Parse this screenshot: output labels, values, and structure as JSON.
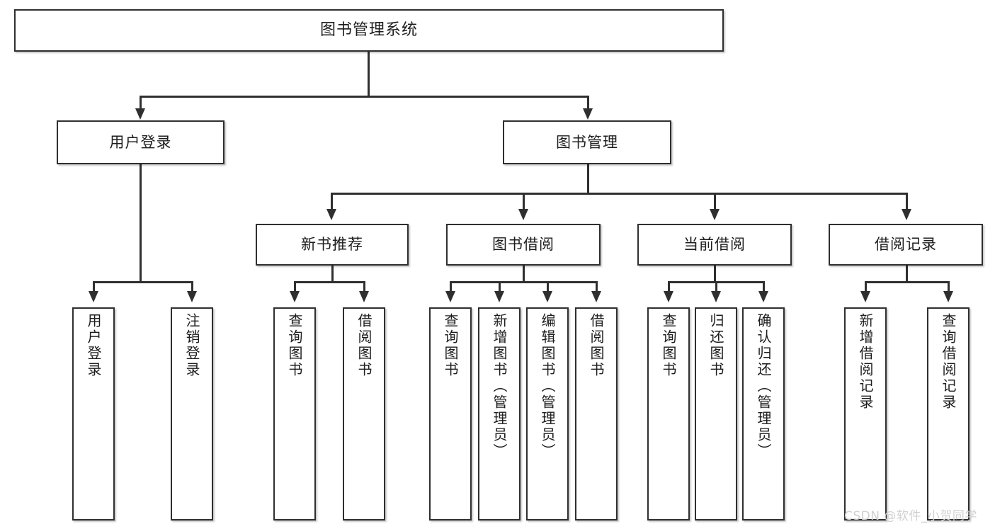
{
  "diagram": {
    "type": "tree",
    "title": "图书管理系统",
    "colors": {
      "border": "#2f2f2f",
      "fill": "#ffffff",
      "text": "#1d1d1d",
      "watermark": "#d0d0d0",
      "background": "#ffffff"
    },
    "nodes": {
      "root": "图书管理系统",
      "level2": {
        "user_login": "用户登录",
        "book_manage": "图书管理"
      },
      "level3": {
        "new_book_rec": "新书推荐",
        "book_borrow": "图书借阅",
        "current_borrow": "当前借阅",
        "borrow_record": "借阅记录"
      },
      "leaves": {
        "user_login_1": "用户登录",
        "user_login_2": "注销登录",
        "new_book_rec_1": "查询图书",
        "new_book_rec_2": "借阅图书",
        "book_borrow_1": "查询图书",
        "book_borrow_2": "新增图书（管理员）",
        "book_borrow_3": "编辑图书（管理员）",
        "book_borrow_4": "借阅图书",
        "current_borrow_1": "查询图书",
        "current_borrow_2": "归还图书",
        "current_borrow_3": "确认归还（管理员）",
        "borrow_record_1": "新增借阅记录",
        "borrow_record_2": "查询借阅记录"
      }
    },
    "edges": [
      {
        "from": "root",
        "to": "user_login"
      },
      {
        "from": "root",
        "to": "book_manage"
      },
      {
        "from": "user_login",
        "to": "user_login_1"
      },
      {
        "from": "user_login",
        "to": "user_login_2"
      },
      {
        "from": "book_manage",
        "to": "new_book_rec"
      },
      {
        "from": "book_manage",
        "to": "book_borrow"
      },
      {
        "from": "book_manage",
        "to": "current_borrow"
      },
      {
        "from": "book_manage",
        "to": "borrow_record"
      },
      {
        "from": "new_book_rec",
        "to": "new_book_rec_1"
      },
      {
        "from": "new_book_rec",
        "to": "new_book_rec_2"
      },
      {
        "from": "book_borrow",
        "to": "book_borrow_1"
      },
      {
        "from": "book_borrow",
        "to": "book_borrow_2"
      },
      {
        "from": "book_borrow",
        "to": "book_borrow_3"
      },
      {
        "from": "book_borrow",
        "to": "book_borrow_4"
      },
      {
        "from": "current_borrow",
        "to": "current_borrow_1"
      },
      {
        "from": "current_borrow",
        "to": "current_borrow_2"
      },
      {
        "from": "current_borrow",
        "to": "current_borrow_3"
      },
      {
        "from": "borrow_record",
        "to": "borrow_record_1"
      },
      {
        "from": "borrow_record",
        "to": "borrow_record_2"
      }
    ]
  },
  "watermark": {
    "text": "CSDN @软件_小贺同学"
  }
}
